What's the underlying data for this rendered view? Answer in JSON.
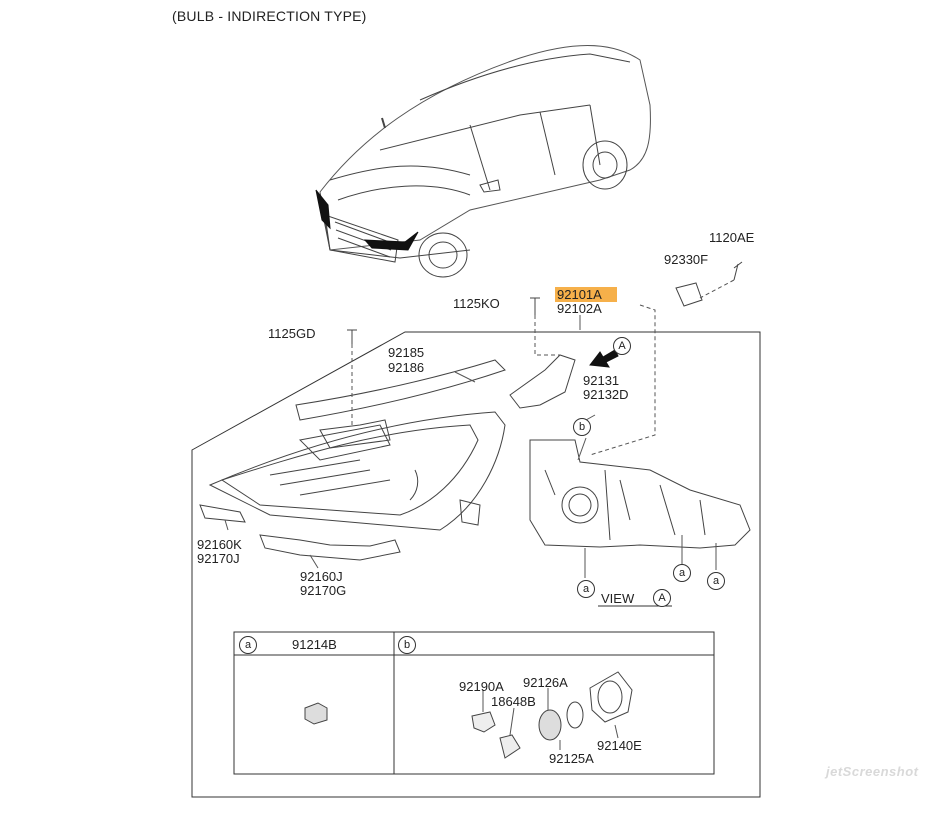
{
  "diagram": {
    "title": "(BULB - INDIRECTION TYPE)",
    "labels": {
      "p1120AE": "1120AE",
      "p92330F": "92330F",
      "p92101A": "92101A",
      "p92102A": "92102A",
      "p1125KO": "1125KO",
      "p1125GD": "1125GD",
      "p92185": "92185",
      "p92186": "92186",
      "p92131": "92131",
      "p92132D": "92132D",
      "p92160K": "92160K",
      "p92170J": "92170J",
      "p92160J": "92160J",
      "p92170G": "92170G",
      "view": "VIEW",
      "view_ref": "A",
      "arrow_ref": "A"
    },
    "callouts": {
      "a": "a",
      "b": "b"
    },
    "legend": {
      "a_ref": "a",
      "a_part": "91214B",
      "b_ref": "b",
      "b_parts": {
        "p92190A": "92190A",
        "p18648B": "18648B",
        "p92126A": "92126A",
        "p92125A": "92125A",
        "p92140E": "92140E"
      }
    },
    "highlight_color": "#f6b04a",
    "watermark": "jetScreenshot"
  }
}
